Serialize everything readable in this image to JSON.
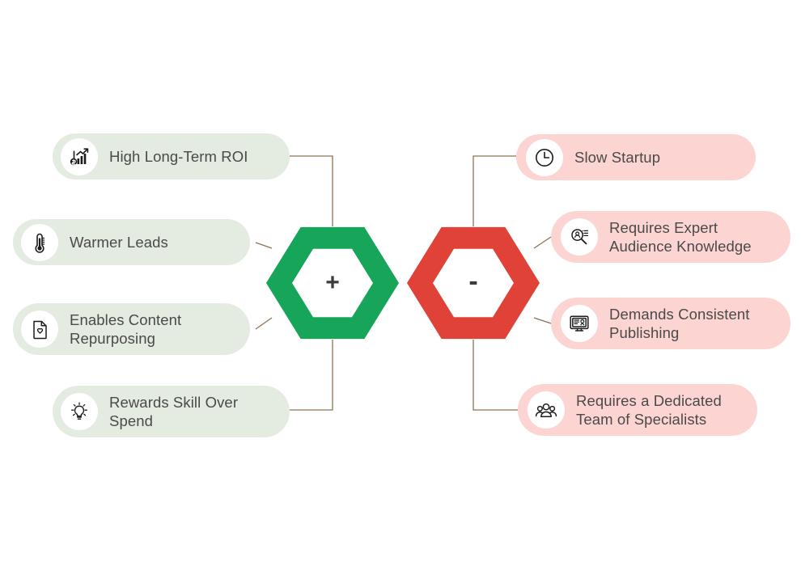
{
  "diagram": {
    "type": "pros-and-cons-mindmap",
    "center_nodes": [
      {
        "id": "pros",
        "sign": "+",
        "color": "#17a55a",
        "side": "left"
      },
      {
        "id": "cons",
        "sign": "-",
        "color": "#e04238",
        "side": "right"
      }
    ],
    "connector_color": "#8b7355",
    "pro_pill_color": "#e4ebe0",
    "con_pill_color": "#fcd5d3",
    "text_color": "#4a4a4a"
  },
  "pros": [
    {
      "label": "High Long-Term ROI",
      "icon": "growth-chart-dollar-icon"
    },
    {
      "label": "Warmer Leads",
      "icon": "thermometer-icon"
    },
    {
      "label": "Enables Content\nRepurposing",
      "icon": "document-heart-icon"
    },
    {
      "label": "Rewards Skill Over\nSpend",
      "icon": "lightbulb-icon"
    }
  ],
  "cons": [
    {
      "label": "Slow Startup",
      "icon": "clock-icon"
    },
    {
      "label": "Requires Expert\nAudience Knowledge",
      "icon": "audience-research-icon"
    },
    {
      "label": "Demands Consistent\nPublishing",
      "icon": "monitor-publishing-icon"
    },
    {
      "label": "Requires a Dedicated\nTeam of Specialists",
      "icon": "people-group-icon"
    }
  ]
}
